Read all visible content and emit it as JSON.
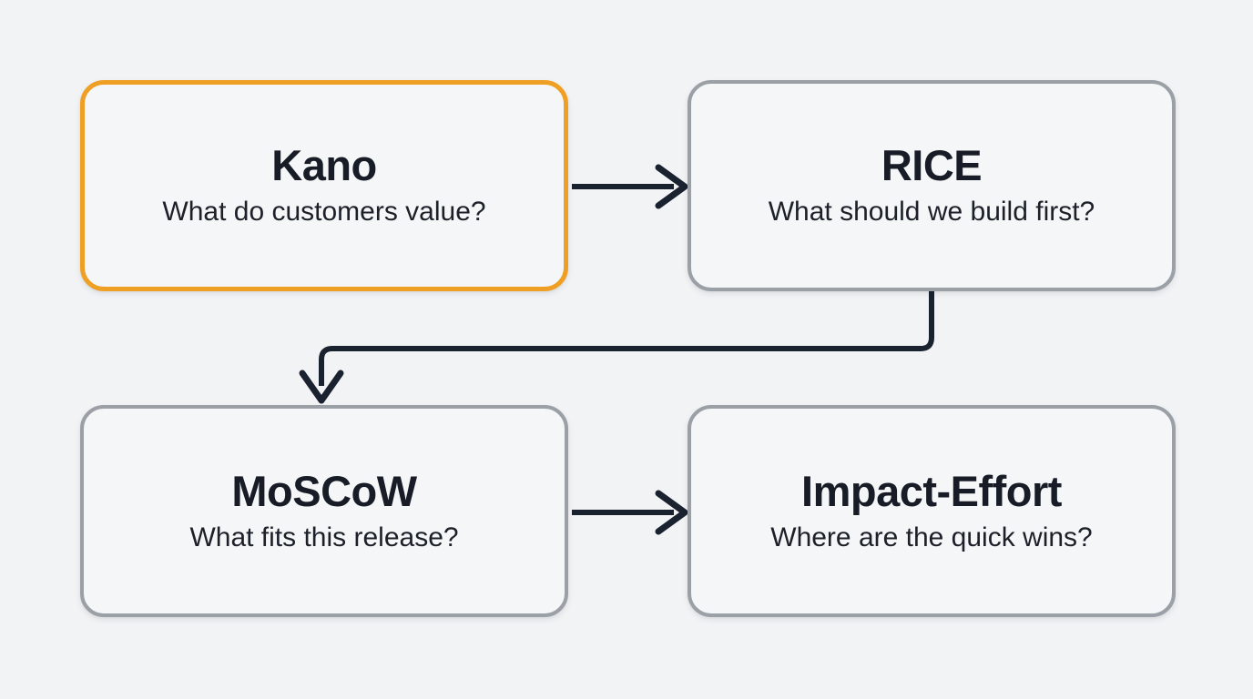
{
  "diagram": {
    "type": "flowchart",
    "background_color": "#f2f3f5",
    "nodes": [
      {
        "id": "kano",
        "title": "Kano",
        "subtitle": "What do customers value?",
        "border_color": "#efa024",
        "fill_color": "#f5f6f7",
        "highlighted": "true",
        "position": "top-left"
      },
      {
        "id": "rice",
        "title": "RICE",
        "subtitle": "What should we build first?",
        "border_color": "#9aa0a6",
        "fill_color": "#f5f6f7",
        "highlighted": "false",
        "position": "top-right"
      },
      {
        "id": "moscow",
        "title": "MoSCoW",
        "subtitle": "What fits this release?",
        "border_color": "#9aa0a6",
        "fill_color": "#f5f6f7",
        "highlighted": "false",
        "position": "bottom-left"
      },
      {
        "id": "impact-effort",
        "title": "Impact-Effort",
        "subtitle": "Where are the quick wins?",
        "border_color": "#9aa0a6",
        "fill_color": "#f5f6f7",
        "highlighted": "false",
        "position": "bottom-right"
      }
    ],
    "connectors": [
      {
        "id": "kano-to-rice",
        "from": "kano",
        "to": "rice",
        "style": "straight-horizontal",
        "color": "#1a2230"
      },
      {
        "id": "rice-to-moscow",
        "from": "rice",
        "to": "moscow",
        "style": "elbow-down-left",
        "color": "#1a2230"
      },
      {
        "id": "moscow-to-impact-effort",
        "from": "moscow",
        "to": "impact-effort",
        "style": "straight-horizontal",
        "color": "#1a2230"
      }
    ]
  }
}
